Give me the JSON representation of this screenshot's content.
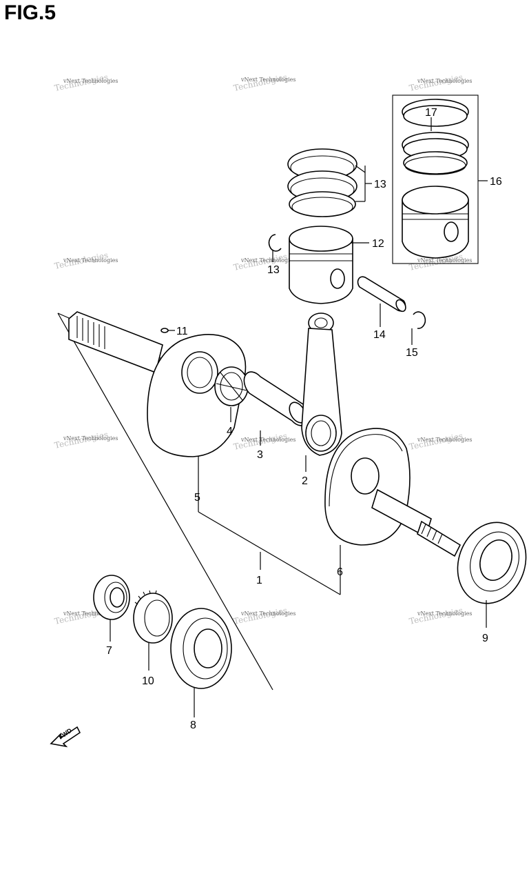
{
  "title": "FIG.5",
  "watermark": {
    "line1": "vNext Technologies",
    "line2": "Technologies"
  },
  "fwd_label": "FWD",
  "callouts": [
    {
      "id": "1",
      "label": "1"
    },
    {
      "id": "2",
      "label": "2"
    },
    {
      "id": "3",
      "label": "3"
    },
    {
      "id": "4",
      "label": "4"
    },
    {
      "id": "5",
      "label": "5"
    },
    {
      "id": "6",
      "label": "6"
    },
    {
      "id": "7",
      "label": "7"
    },
    {
      "id": "8",
      "label": "8"
    },
    {
      "id": "9",
      "label": "9"
    },
    {
      "id": "10",
      "label": "10"
    },
    {
      "id": "11",
      "label": "11"
    },
    {
      "id": "12",
      "label": "12"
    },
    {
      "id": "13a",
      "label": "13"
    },
    {
      "id": "13b",
      "label": "13"
    },
    {
      "id": "14",
      "label": "14"
    },
    {
      "id": "15",
      "label": "15"
    },
    {
      "id": "16",
      "label": "16"
    },
    {
      "id": "17",
      "label": "17"
    }
  ]
}
